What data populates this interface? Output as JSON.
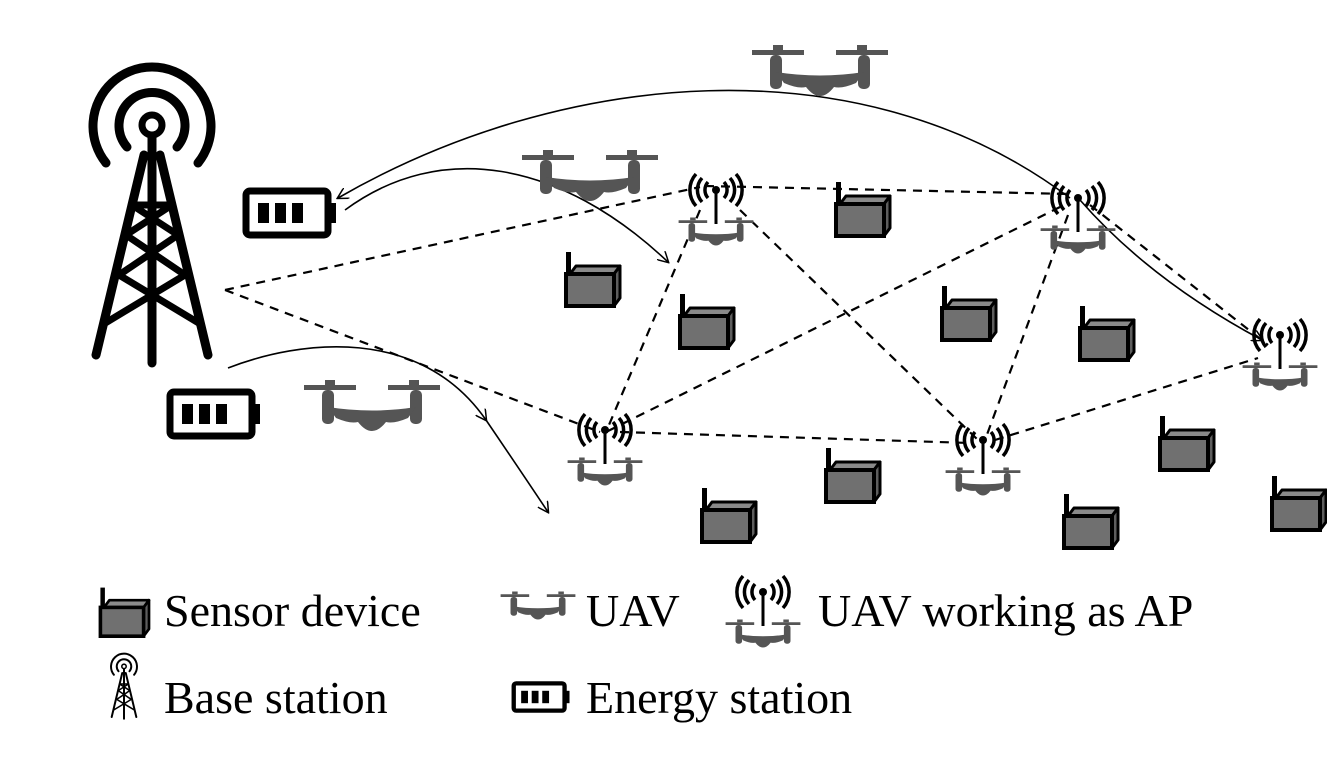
{
  "legend": {
    "sensor_label": "Sensor device",
    "uav_label": "UAV",
    "uav_ap_label": "UAV working as AP",
    "base_station_label": "Base station",
    "energy_station_label": "Energy station"
  },
  "colors": {
    "ink": "#000000",
    "drone_gray": "#555555",
    "sensor_fill": "#707070"
  },
  "icons": [
    "base-station-icon",
    "energy-station-icon",
    "uav-icon",
    "uav-ap-icon",
    "sensor-device-icon"
  ]
}
